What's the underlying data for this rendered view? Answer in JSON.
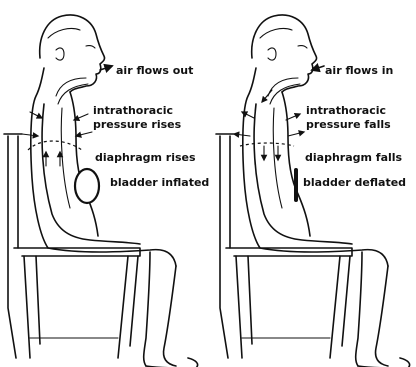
{
  "panels": [
    {
      "id": "expiration",
      "labels": {
        "air": "air flows out",
        "pressure_line1": "intrathoracic",
        "pressure_line2": "pressure rises",
        "diaphragm": "diaphragm rises",
        "bladder": "bladder inflated"
      },
      "bladder_state": "inflated",
      "air_direction": "out",
      "diaphragm_direction": "up"
    },
    {
      "id": "inspiration",
      "labels": {
        "air": "air flows in",
        "pressure_line1": "intrathoracic",
        "pressure_line2": "pressure falls",
        "diaphragm": "diaphragm falls",
        "bladder": "bladder deflated"
      },
      "bladder_state": "deflated",
      "air_direction": "in",
      "diaphragm_direction": "down"
    }
  ],
  "colors": {
    "ink": "#111111",
    "background": "#ffffff"
  }
}
